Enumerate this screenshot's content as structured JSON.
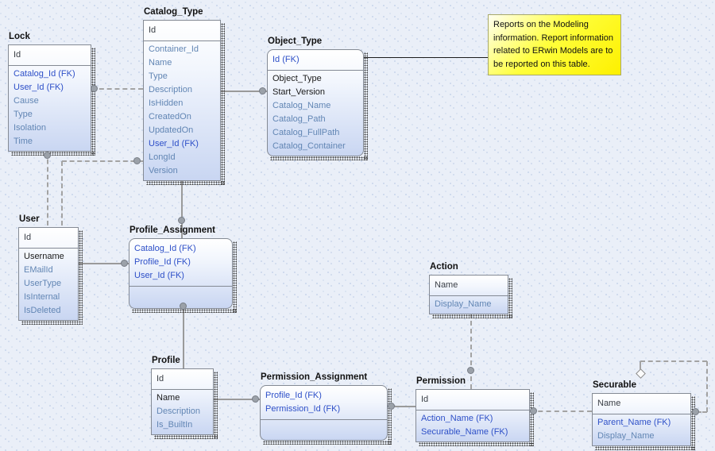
{
  "note": {
    "text": "Reports on the Modeling information. Report information related to ERwin Models are to be reported on this table."
  },
  "entities": {
    "lock": {
      "title": "Lock",
      "header": [
        "Id"
      ],
      "rows": [
        "Catalog_Id (FK)",
        "User_Id (FK)",
        "Cause",
        "Type",
        "Isolation",
        "Time"
      ]
    },
    "catalog_type": {
      "title": "Catalog_Type",
      "header": [
        "Id"
      ],
      "rows": [
        "Container_Id",
        "Name",
        "Type",
        "Description",
        "IsHidden",
        "CreatedOn",
        "UpdatedOn",
        "User_Id (FK)",
        "LongId",
        "Version"
      ]
    },
    "object_type": {
      "title": "Object_Type",
      "header": [
        "Id (FK)"
      ],
      "rows": [
        "Object_Type",
        "Start_Version",
        "Catalog_Name",
        "Catalog_Path",
        "Catalog_FullPath",
        "Catalog_Container"
      ]
    },
    "user": {
      "title": "User",
      "header": [
        "Id"
      ],
      "rows": [
        "Username",
        "EMailId",
        "UserType",
        "IsInternal",
        "IsDeleted"
      ]
    },
    "profile_assignment": {
      "title": "Profile_Assignment",
      "rows": [
        "Catalog_Id (FK)",
        "Profile_Id (FK)",
        "User_Id (FK)"
      ]
    },
    "action": {
      "title": "Action",
      "header": [
        "Name"
      ],
      "rows": [
        "Display_Name"
      ]
    },
    "profile": {
      "title": "Profile",
      "header": [
        "Id"
      ],
      "rows": [
        "Name",
        "Description",
        "Is_BuiltIn"
      ]
    },
    "permission_assignment": {
      "title": "Permission_Assignment",
      "rows": [
        "Profile_Id (FK)",
        "Permission_Id (FK)"
      ]
    },
    "permission": {
      "title": "Permission",
      "header": [
        "Id"
      ],
      "rows": [
        "Action_Name (FK)",
        "Securable_Name (FK)"
      ]
    },
    "securable": {
      "title": "Securable",
      "header": [
        "Name"
      ],
      "rows": [
        "Parent_Name (FK)",
        "Display_Name"
      ]
    }
  },
  "colors": {
    "fk_text": "#2e50c8",
    "attribute_text": "#6286b4",
    "dark_text": "#1a1a1a",
    "header_text": "#3a3f46",
    "note_bg": "#ffff00",
    "connector": "#9a9a9a",
    "background": "#eaeff8"
  }
}
